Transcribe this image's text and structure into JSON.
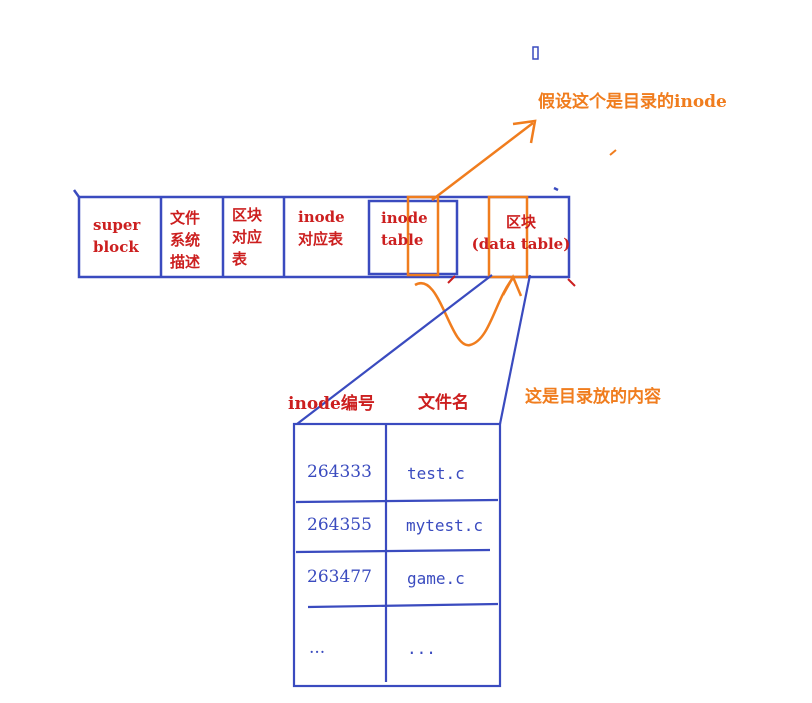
{
  "disk_layout": {
    "super_block": [
      "super",
      "block"
    ],
    "group_desc": [
      "文件",
      "系统",
      "描述"
    ],
    "block_bitmap": [
      "区块",
      "对应",
      "表"
    ],
    "inode_bitmap": [
      "inode",
      "对应表"
    ],
    "inode_table": [
      "inode",
      "table"
    ],
    "data_block": [
      "区块",
      "(data table)"
    ]
  },
  "annotations": {
    "dir_inode": "假设这个是目录的inode",
    "dir_content": "这是目录放的内容"
  },
  "dir_table": {
    "headers": [
      "inode编号",
      "文件名"
    ],
    "rows": [
      {
        "inode": "264333",
        "name": "test.c"
      },
      {
        "inode": "264355",
        "name": "mytest.c"
      },
      {
        "inode": "263477",
        "name": "game.c"
      },
      {
        "inode": "...",
        "name": "..."
      }
    ]
  },
  "colors": {
    "blue": "#3a4bbf",
    "red": "#cc1f1f",
    "orange": "#f07d1e"
  }
}
